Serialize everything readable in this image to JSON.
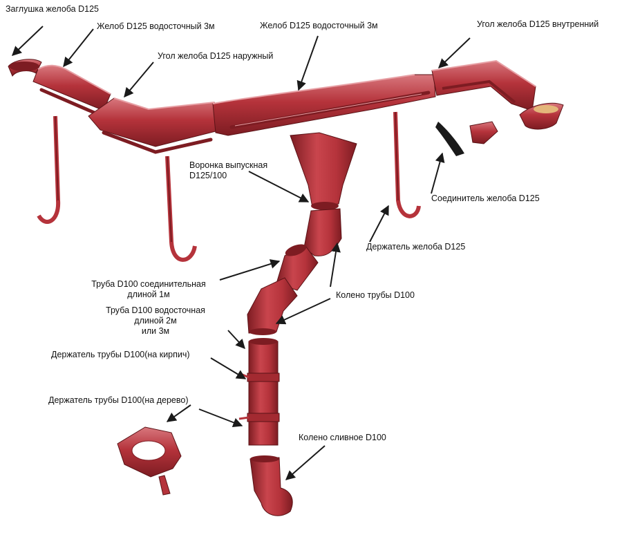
{
  "colors": {
    "metal": "#b5333b",
    "metal_dark": "#7d1c22",
    "metal_light": "#d8777d",
    "rubber": "#1a1a1a",
    "arrow": "#1a1a1a",
    "background": "#ffffff"
  },
  "labels": {
    "gutter_cap": "Заглушка желоба D125",
    "gutter_3m_left": "Желоб D125 водосточный 3м",
    "gutter_3m_right": "Желоб D125 водосточный 3м",
    "corner_inner": "Угол желоба D125 внутренний",
    "corner_outer": "Угол желоба D125 наружный",
    "funnel": "Воронка выпускная\nD125/100",
    "gutter_connector": "Соединитель желоба D125",
    "gutter_holder": "Держатель желоба D125",
    "pipe_connector": "Труба D100 соединительная\nдлиной 1м",
    "pipe_elbow": "Колено трубы D100",
    "pipe_drain": "Труба D100 водосточная\nдлиной 2м\nили 3м",
    "pipe_holder_brick": "Держатель трубы D100(на кирпич)",
    "pipe_holder_wood": "Держатель трубы D100(на дерево)",
    "drain_elbow": "Колено сливное D100"
  }
}
